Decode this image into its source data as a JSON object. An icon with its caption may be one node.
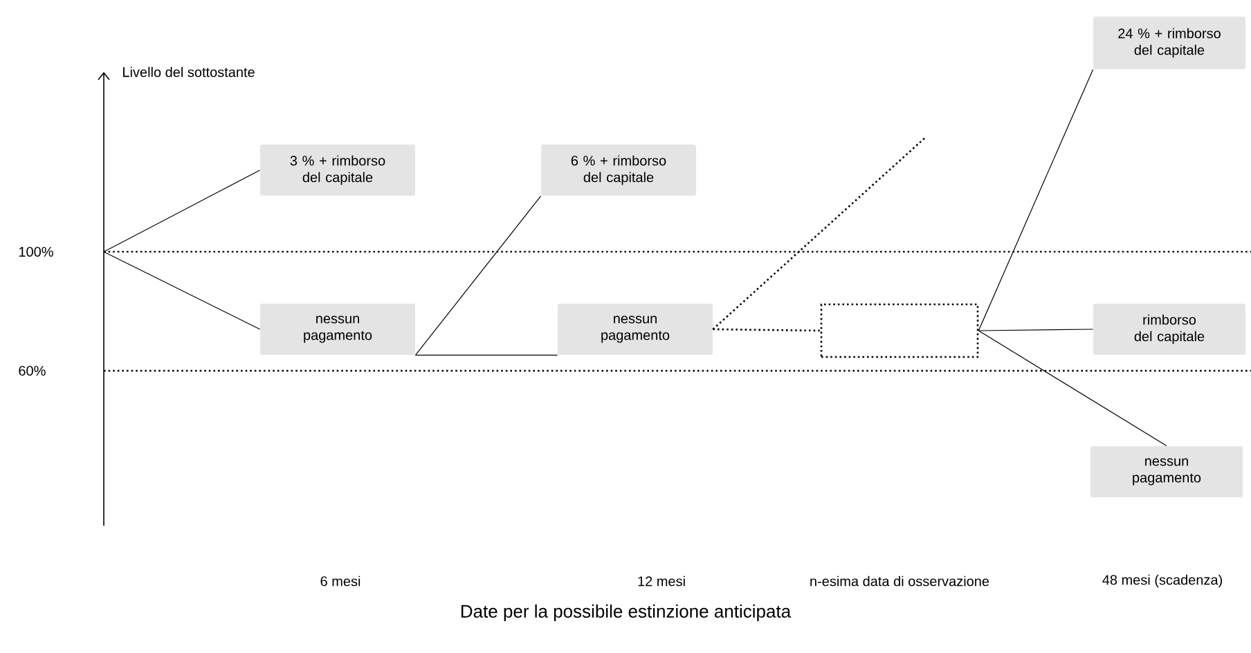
{
  "diagram": {
    "caption": "Date per la possibile estinzione anticipata",
    "nodes": [
      {
        "text": [
          "3 % + rimborso del capitale"
        ]
      },
      {
        "text": [
          "nessun pagamento"
        ]
      },
      {
        "text": [
          "6 % + rimborso del capitale"
        ]
      },
      {
        "text": [
          "nessun pagamento"
        ]
      },
      {
        "text": [],
        "shape": "box"
      },
      {
        "text": [
          "24 % + rimborso del capitale"
        ]
      },
      {
        "text": [
          "rimborso del capitale"
        ]
      },
      {
        "text": [
          "nessun pagamento"
        ]
      }
    ],
    "edges": [
      {
        "from": null,
        "to": 0,
        "arrow": "none"
      },
      {
        "from": null,
        "to": 1,
        "arrow": "none"
      },
      {
        "from": 1,
        "to": 2,
        "arrow": "none"
      },
      {
        "from": 1,
        "to": 3,
        "arrow": "none"
      },
      {
        "from": 3,
        "to": 4,
        "arrow": "none",
        "style": "dashed"
      },
      {
        "from": 3,
        "to": null,
        "arrow": "none",
        "style": "dashed"
      },
      {
        "from": 4,
        "to": 5,
        "arrow": "none"
      },
      {
        "from": 4,
        "to": 6,
        "arrow": "none"
      },
      {
        "from": 4,
        "to": 7,
        "arrow": "none"
      }
    ],
    "labels": [
      "Livello del sottostante",
      "100%",
      "60%",
      "6 mesi",
      "12 mesi",
      "n-esima data di osservazione",
      "48 mesi (scadenza)"
    ]
  }
}
